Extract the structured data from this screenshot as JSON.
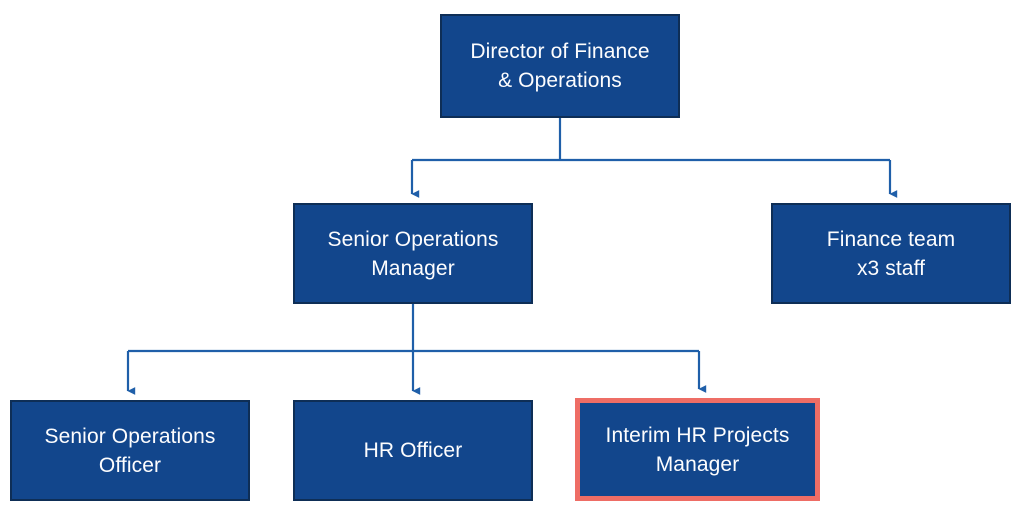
{
  "chart_data": {
    "type": "diagram",
    "diagram_type": "organisation-chart",
    "title": "",
    "orientation": "top-down",
    "background_color": "#FFFFFF",
    "node_fill_color": "#12468C",
    "node_border_color": "#0E2E56",
    "node_text_color": "#FDFDFE",
    "connector_color": "#1F5FA9",
    "highlight_border_color": "#EE6D65",
    "nodes": [
      {
        "id": "director",
        "label": "Director of Finance\n& Operations",
        "level": 0,
        "highlighted": false
      },
      {
        "id": "senior-ops-mgr",
        "label": "Senior Operations\nManager",
        "level": 1,
        "highlighted": false
      },
      {
        "id": "finance-team",
        "label": "Finance team\nx3 staff",
        "level": 1,
        "highlighted": false
      },
      {
        "id": "senior-ops-off",
        "label": "Senior Operations\nOfficer",
        "level": 2,
        "highlighted": false
      },
      {
        "id": "hr-officer",
        "label": "HR Officer",
        "level": 2,
        "highlighted": false
      },
      {
        "id": "interim-hr",
        "label": "Interim HR Projects\nManager",
        "level": 2,
        "highlighted": true
      }
    ],
    "edges": [
      {
        "from": "director",
        "to": "senior-ops-mgr"
      },
      {
        "from": "director",
        "to": "finance-team"
      },
      {
        "from": "senior-ops-mgr",
        "to": "senior-ops-off"
      },
      {
        "from": "senior-ops-mgr",
        "to": "hr-officer"
      },
      {
        "from": "senior-ops-mgr",
        "to": "interim-hr"
      }
    ]
  }
}
